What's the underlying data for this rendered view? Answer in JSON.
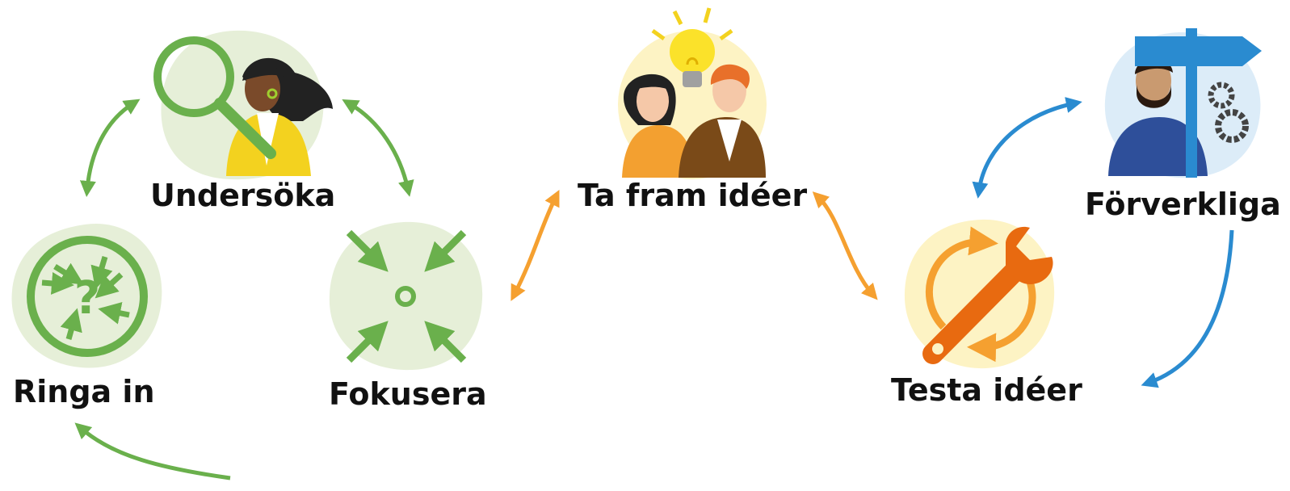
{
  "nodes": {
    "ringa_in": {
      "label": "Ringa in",
      "icon": "question-cycle-icon"
    },
    "undersoka": {
      "label": "Undersöka",
      "icon": "magnifier-woman-icon"
    },
    "fokusera": {
      "label": "Fokusera",
      "icon": "converging-arrows-icon"
    },
    "ta_fram_ideer": {
      "label": "Ta fram idéer",
      "icon": "lightbulb-people-icon"
    },
    "testa_ideer": {
      "label": "Testa idéer",
      "icon": "wrench-cycle-icon"
    },
    "forverkliga": {
      "label": "Förverkliga",
      "icon": "signpost-man-icon"
    }
  },
  "colors": {
    "green": "#6ab04c",
    "green_bg": "#e6efd8",
    "orange": "#f5a030",
    "orange_dark": "#e86a10",
    "yellow_bg": "#fdf3c4",
    "blue": "#2a8bd0",
    "blue_bg": "#dcecf8",
    "text": "#111111"
  }
}
